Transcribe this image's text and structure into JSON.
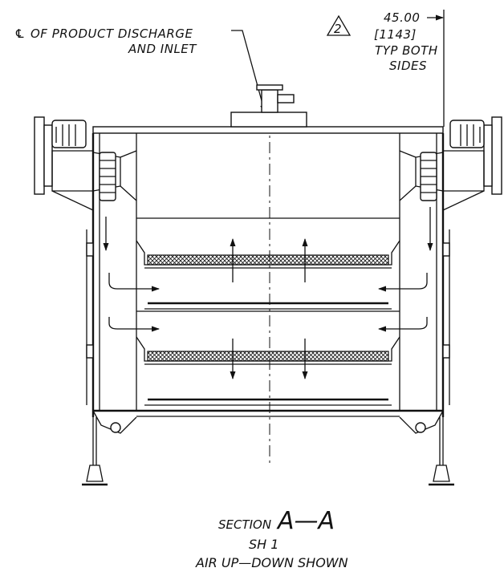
{
  "labels": {
    "centerline_symbol": "℄",
    "centerline_line1": "OF PRODUCT DISCHARGE",
    "centerline_line2": "AND INLET",
    "revision_number": "2",
    "dimension_value": "45.00",
    "dimension_metric": "[1143]",
    "dimension_note_line1": "TYP BOTH",
    "dimension_note_line2": "SIDES",
    "section_prefix": "SECTION",
    "section_name": "A—A",
    "sheet_ref": "SH 1",
    "view_note": "AIR UP—DOWN SHOWN"
  }
}
